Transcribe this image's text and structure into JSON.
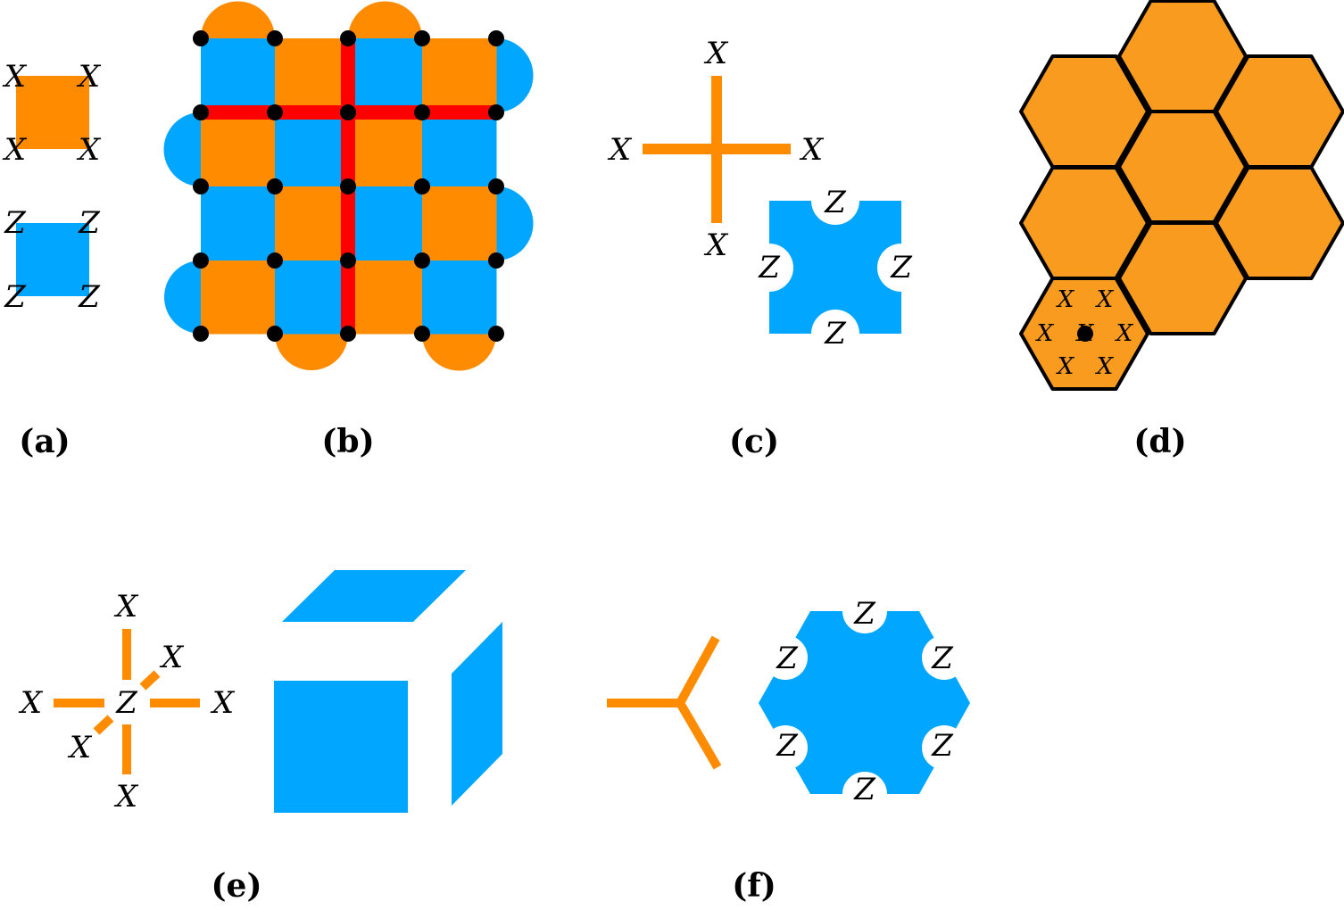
{
  "symbols": {
    "X": "X",
    "Z": "Z"
  },
  "captions": {
    "a": "(a)",
    "b": "(b)",
    "c": "(c)",
    "d": "(d)",
    "e": "(e)",
    "f": "(f)"
  },
  "colors": {
    "orange": "#FF8C00",
    "hex_orange": "#F99B1E",
    "blue": "#00A6FF",
    "red": "#FF0000"
  }
}
